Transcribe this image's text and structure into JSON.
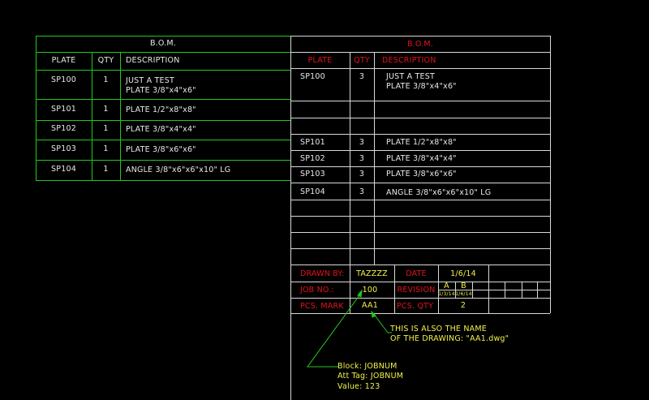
{
  "left_bom": {
    "title": "B.O.M.",
    "headers": [
      "PLATE",
      "QTY",
      "DESCRIPTION"
    ],
    "rows": [
      {
        "plate": "SP100",
        "qty": "1",
        "desc1": "JUST A TEST",
        "desc2": "PLATE 3/8\"x4\"x6\""
      },
      {
        "plate": "SP101",
        "qty": "1",
        "desc1": "PLATE 1/2\"x8\"x8\""
      },
      {
        "plate": "SP102",
        "qty": "1",
        "desc1": "PLATE 3/8\"x4\"x4\""
      },
      {
        "plate": "SP103",
        "qty": "1",
        "desc1": "PLATE 3/8\"x6\"x6\""
      },
      {
        "plate": "SP104",
        "qty": "1",
        "desc1": "ANGLE 3/8\"x6\"x6\"x10\" LG"
      }
    ]
  },
  "right_bom": {
    "title": "B.O.M.",
    "headers": [
      "PLATE",
      "QTY",
      "DESCRIPTION"
    ],
    "rows": [
      {
        "plate": "SP100",
        "qty": "3",
        "desc1": "JUST A TEST",
        "desc2": "PLATE 3/8\"x4\"x6\""
      },
      {
        "plate": "SP101",
        "qty": "3",
        "desc1": "PLATE 1/2\"x8\"x8\""
      },
      {
        "plate": "SP102",
        "qty": "3",
        "desc1": "PLATE 3/8\"x4\"x4\""
      },
      {
        "plate": "SP103",
        "qty": "3",
        "desc1": "PLATE 3/8\"x6\"x6\""
      },
      {
        "plate": "SP104",
        "qty": "3",
        "desc1": "ANGLE 3/8\"x6\"x6\"x10\" LG"
      }
    ]
  },
  "title_block": {
    "drawn_by_label": "DRAWN BY:",
    "drawn_by": "TAZZZZ",
    "date_label": "DATE",
    "date": "1/6/14",
    "job_no_label": "JOB NO.:",
    "job_no": "100",
    "revision_label": "REVISION",
    "revisions": [
      {
        "rev": "A",
        "date": "1/3/14"
      },
      {
        "rev": "B",
        "date": "1/6/14"
      }
    ],
    "pcs_mark_label": "PCS. MARK",
    "pcs_mark": "AA1",
    "pcs_qty_label": "PCS. QTY",
    "pcs_qty": "2"
  },
  "annotations": {
    "note1_line1": "THIS IS ALSO THE NAME",
    "note1_line2": "OF THE DRAWING: \"AA1.dwg\"",
    "note2_line1": "Block: JOBNUM",
    "note2_line2": "Att Tag: JOBNUM",
    "note2_line3": "Value: 123"
  },
  "colors": {
    "green": "#22c81e",
    "red": "#e0141e",
    "yellow": "#f2f24a",
    "white": "#e8e8e8"
  }
}
